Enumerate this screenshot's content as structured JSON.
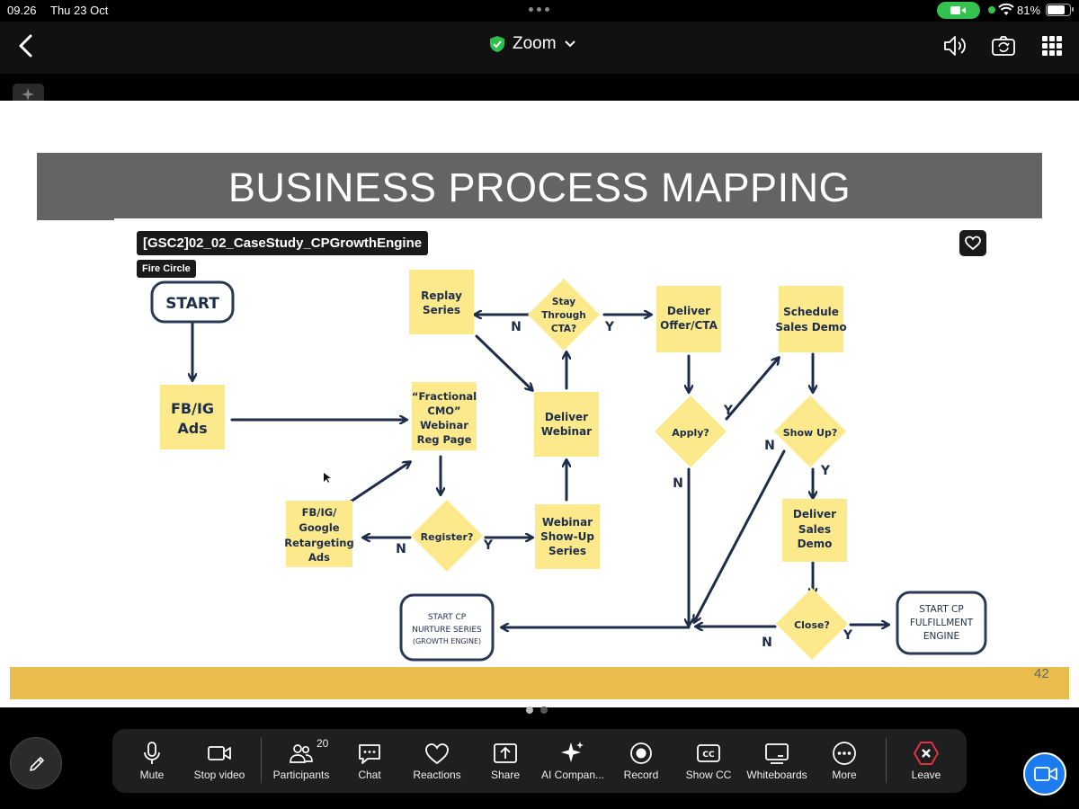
{
  "status_bar": {
    "time": "09.26",
    "date": "Thu 23 Oct",
    "battery": "81%",
    "battery_level": 0.81
  },
  "header": {
    "title": "Zoom"
  },
  "slide": {
    "title": "BUSINESS PROCESS MAPPING",
    "file_label": "[GSC2]02_02_CaseStudy_CPGrowthEngine",
    "sub_label": "Fire Circle",
    "page_number": "42",
    "flow": {
      "start": "START",
      "fb_ig_ads": [
        "FB/IG",
        "Ads"
      ],
      "webinar_reg": [
        "“Fractional",
        "CMO”",
        "Webinar",
        "Reg Page"
      ],
      "retargeting": [
        "FB/IG/",
        "Google",
        "Retargeting",
        "Ads"
      ],
      "register": "Register?",
      "show_up_series": [
        "Webinar",
        "Show-Up",
        "Series"
      ],
      "deliver_webinar": [
        "Deliver",
        "Webinar"
      ],
      "replay_series": [
        "Replay",
        "Series"
      ],
      "stay_through": [
        "Stay",
        "Through",
        "CTA?"
      ],
      "deliver_offer": [
        "Deliver",
        "Offer/CTA"
      ],
      "apply": "Apply?",
      "schedule_demo": [
        "Schedule",
        "Sales Demo"
      ],
      "show_up": "Show Up?",
      "deliver_demo": [
        "Deliver",
        "Sales",
        "Demo"
      ],
      "close": "Close?",
      "nurture": [
        "START CP",
        "NURTURE SERIES",
        "(GROWTH ENGINE)"
      ],
      "fulfillment": [
        "START CP",
        "FULFILLMENT",
        "ENGINE"
      ],
      "yes": "Y",
      "no": "N"
    }
  },
  "toolbar": {
    "participants_count": "20",
    "buttons": [
      {
        "label": "Mute",
        "icon": "microphone-icon"
      },
      {
        "label": "Stop video",
        "icon": "video-camera-icon"
      },
      {
        "label": "Participants",
        "icon": "participants-icon"
      },
      {
        "label": "Chat",
        "icon": "chat-bubble-icon"
      },
      {
        "label": "Reactions",
        "icon": "heart-icon"
      },
      {
        "label": "Share",
        "icon": "share-screen-icon"
      },
      {
        "label": "AI Compan...",
        "icon": "sparkle-icon"
      },
      {
        "label": "Record",
        "icon": "record-icon"
      },
      {
        "label": "Show CC",
        "icon": "closed-caption-icon"
      },
      {
        "label": "Whiteboards",
        "icon": "whiteboard-icon"
      },
      {
        "label": "More",
        "icon": "more-dots-icon"
      },
      {
        "label": "Leave",
        "icon": "leave-x-icon"
      }
    ]
  },
  "colors": {
    "sticky_note": "#fbe98c",
    "title_band": "#646464",
    "footer_band": "#e8bd4e",
    "ink": "#1d2d4a",
    "zoom_blue": "#1d7bf0",
    "status_green": "#32c24d",
    "leave_red": "#e0313f"
  }
}
